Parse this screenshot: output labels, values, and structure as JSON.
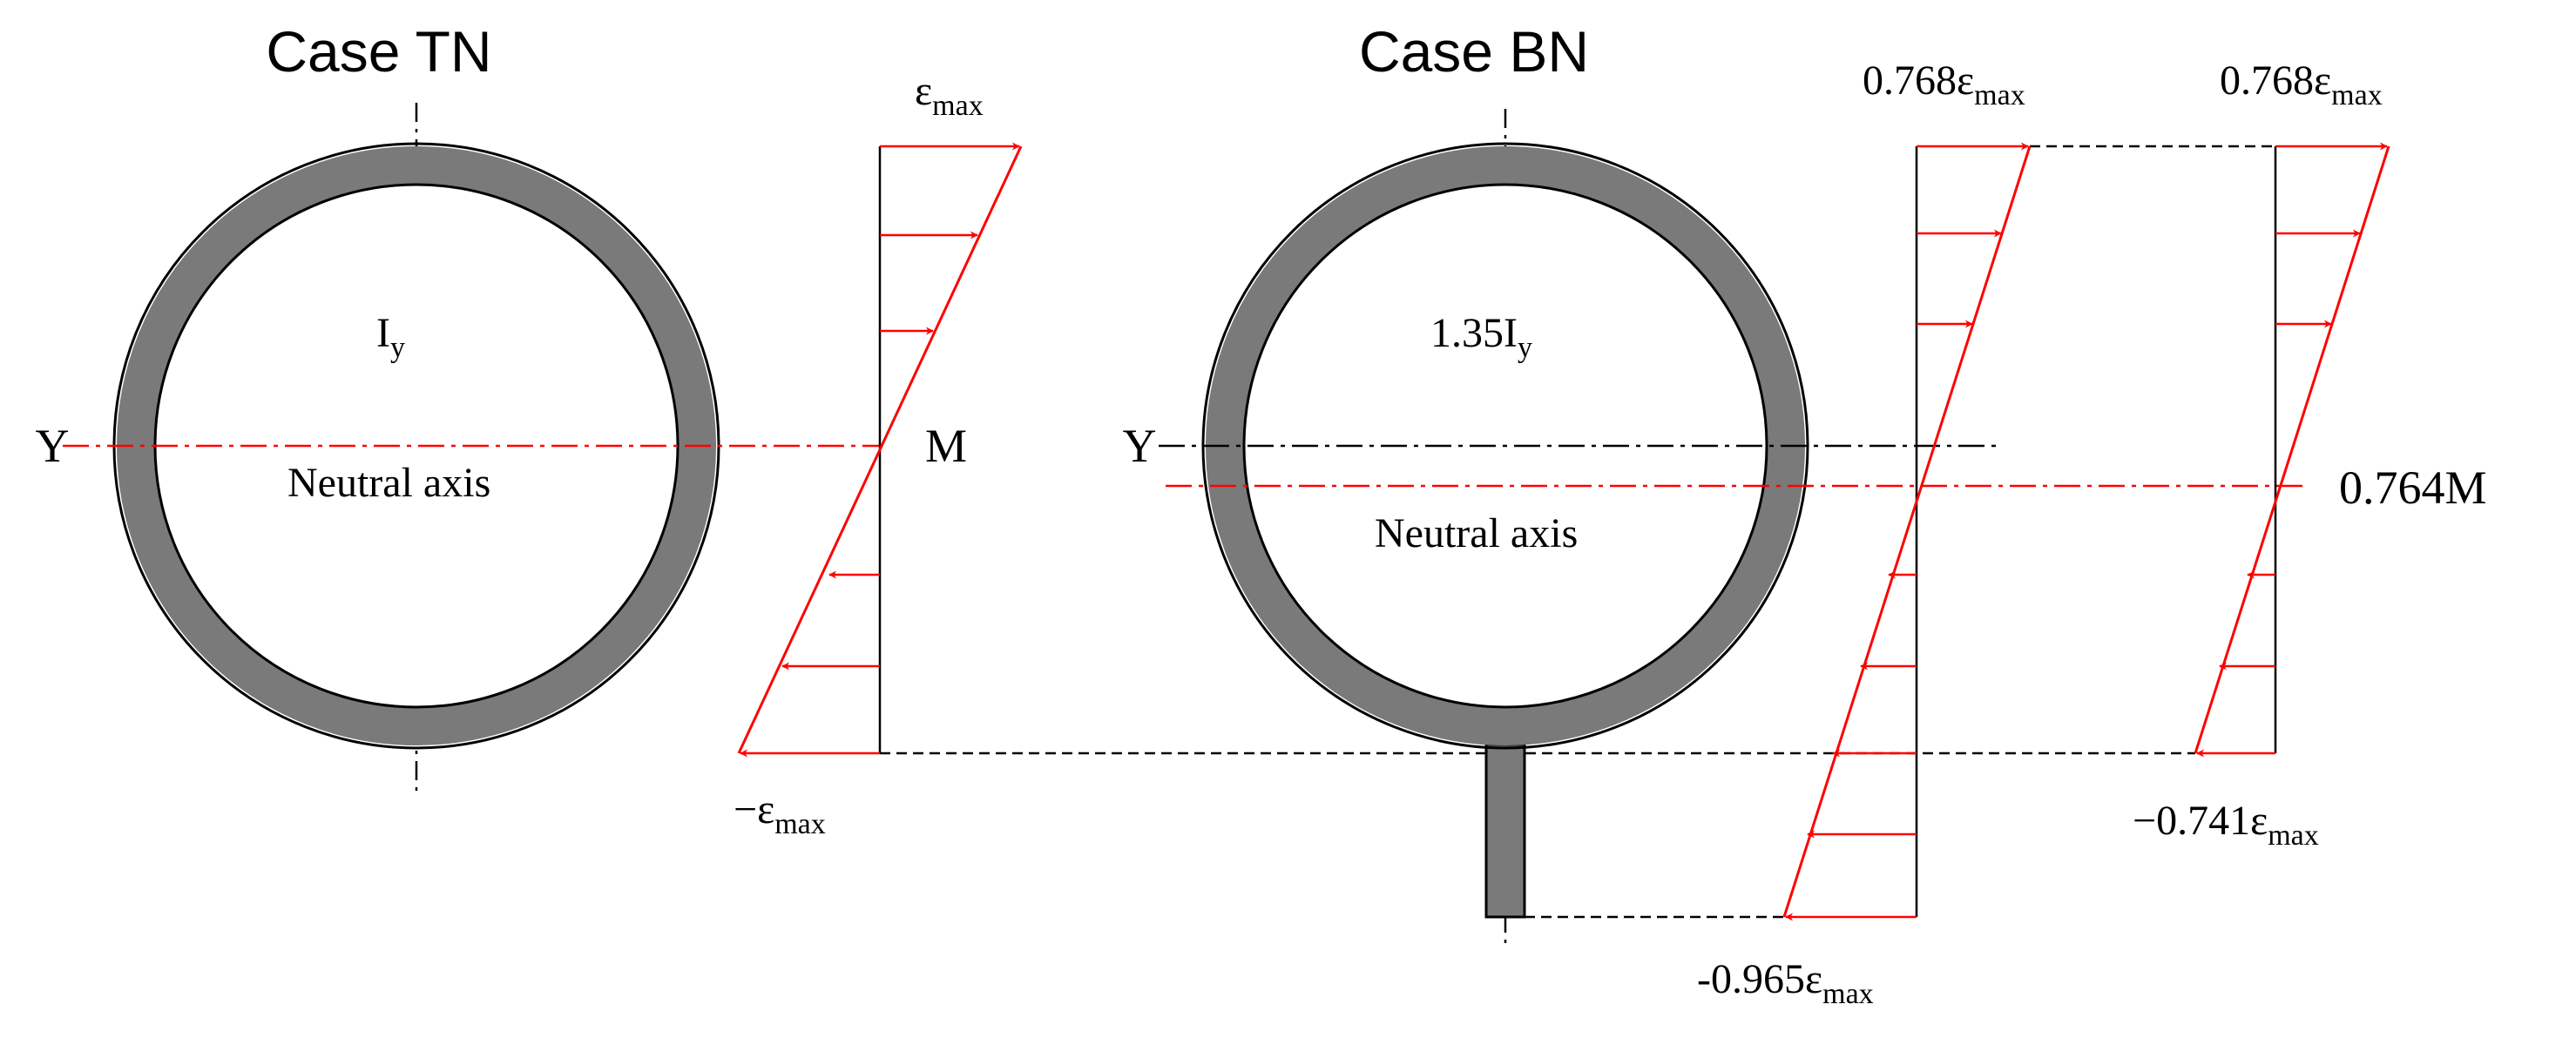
{
  "case_tn": {
    "title": "Case TN",
    "inertia": {
      "base": "I",
      "sub": "y"
    },
    "neutral_axis_label": "Neutral axis",
    "axis_label": "Y",
    "moment_label": "M",
    "strain_top": {
      "base": "ε",
      "sub": "max"
    },
    "strain_bottom": {
      "base": "−ε",
      "sub": "max"
    }
  },
  "case_bn": {
    "title": "Case BN",
    "inertia": {
      "base": "1.35I",
      "sub": "y"
    },
    "neutral_axis_label": "Neutral axis",
    "axis_label": "Y",
    "moment_label": "0.764M",
    "profile_a": {
      "strain_top": {
        "base": "0.768ε",
        "sub": "max"
      },
      "strain_bottom": {
        "base": "-0.965ε",
        "sub": "max"
      }
    },
    "profile_b": {
      "strain_top": {
        "base": "0.768ε",
        "sub": "max"
      },
      "strain_bottom": {
        "base": "−0.741ε",
        "sub": "max"
      }
    }
  },
  "colors": {
    "tube_fill": "#7a7a7a",
    "outline": "#000000",
    "strain": "#ff0000"
  }
}
